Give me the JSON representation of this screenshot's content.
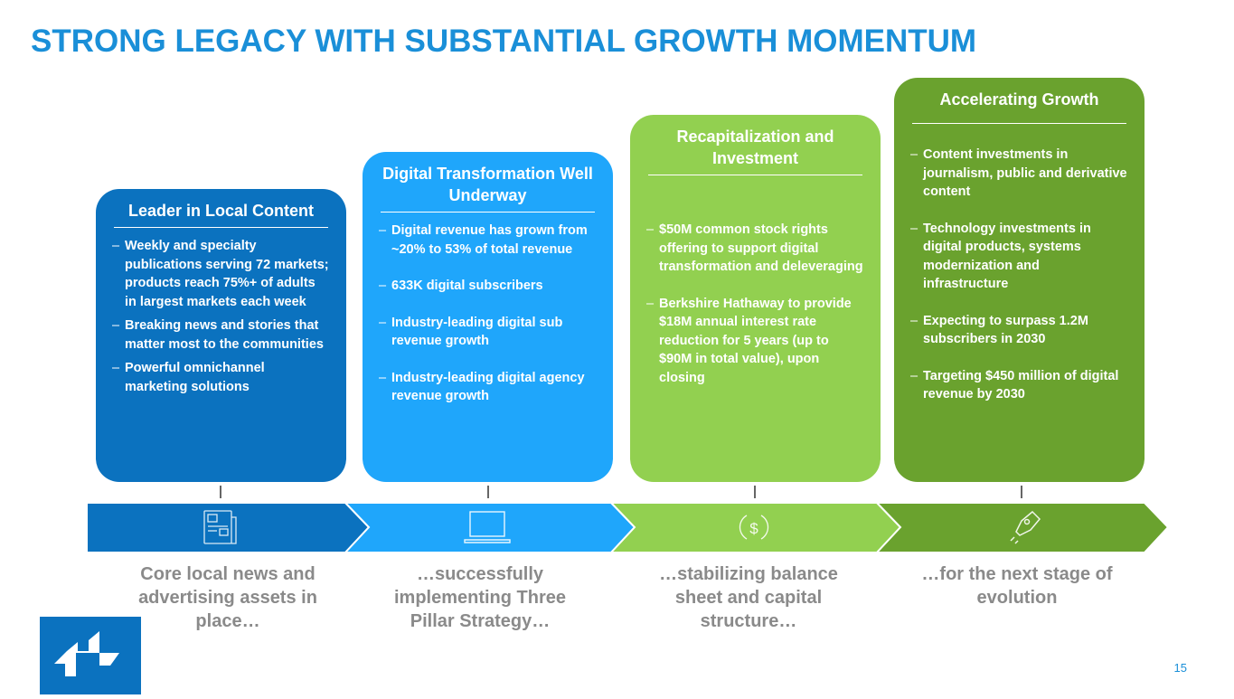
{
  "title": "STRONG LEGACY WITH SUBSTANTIAL GROWTH MOMENTUM",
  "colors": {
    "stage1": "#0b72bf",
    "stage2": "#1fa6fb",
    "stage3": "#92d050",
    "stage4": "#6aa22e",
    "title": "#1a8fd8"
  },
  "stages": [
    {
      "heading": "Leader in Local Content",
      "bullets": [
        "Weekly and specialty publications serving 72 markets; products reach 75%+ of adults in largest markets each week",
        "Breaking news and stories that matter most to the communities",
        "Powerful omnichannel marketing solutions"
      ],
      "icon": "newspaper-icon",
      "caption": "Core local news and advertising assets in place…"
    },
    {
      "heading": "Digital Transformation Well Underway",
      "bullets": [
        "Digital revenue has grown from ~20% to 53% of total revenue",
        "633K digital subscribers",
        "Industry-leading digital sub revenue growth",
        "Industry-leading digital agency revenue growth"
      ],
      "icon": "laptop-icon",
      "caption": "…successfully implementing Three Pillar Strategy…"
    },
    {
      "heading": "Recapitalization and Investment",
      "bullets": [
        "$50M common stock rights offering to support digital transformation and deleveraging",
        "Berkshire Hathaway to provide $18M annual interest rate reduction for 5 years (up to $90M in total value), upon closing"
      ],
      "icon": "dollar-cycle-icon",
      "caption": "…stabilizing balance sheet and capital structure…"
    },
    {
      "heading": "Accelerating Growth",
      "bullets": [
        "Content investments in journalism, public and derivative content",
        "Technology investments in digital products, systems modernization and infrastructure",
        "Expecting to surpass 1.2M subscribers in 2030",
        "Targeting $450 million of digital revenue by 2030"
      ],
      "icon": "rocket-icon",
      "caption": "…for the next stage of evolution"
    }
  ],
  "page_number": "15"
}
